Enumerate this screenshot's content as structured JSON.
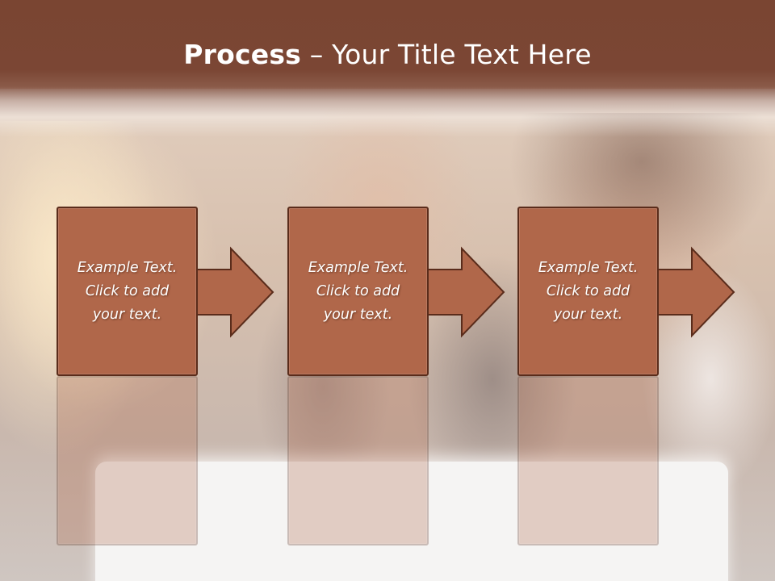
{
  "slide": {
    "title_bold": "Process",
    "title_rest": " – Your Title Text Here",
    "colors": {
      "title_band": "#7a4532",
      "box_fill": "#b0674a",
      "box_stroke": "#5a2c1b",
      "text": "#ffffff"
    }
  },
  "process": {
    "steps": [
      {
        "text": "Example Text.\nClick  to add\nyour text.",
        "icon": "arrow-right-icon"
      },
      {
        "text": "Example Text.\nClick  to add\nyour text.",
        "icon": "arrow-right-icon"
      },
      {
        "text": "Example Text.\nClick  to add\nyour text.",
        "icon": "arrow-right-icon"
      }
    ]
  }
}
